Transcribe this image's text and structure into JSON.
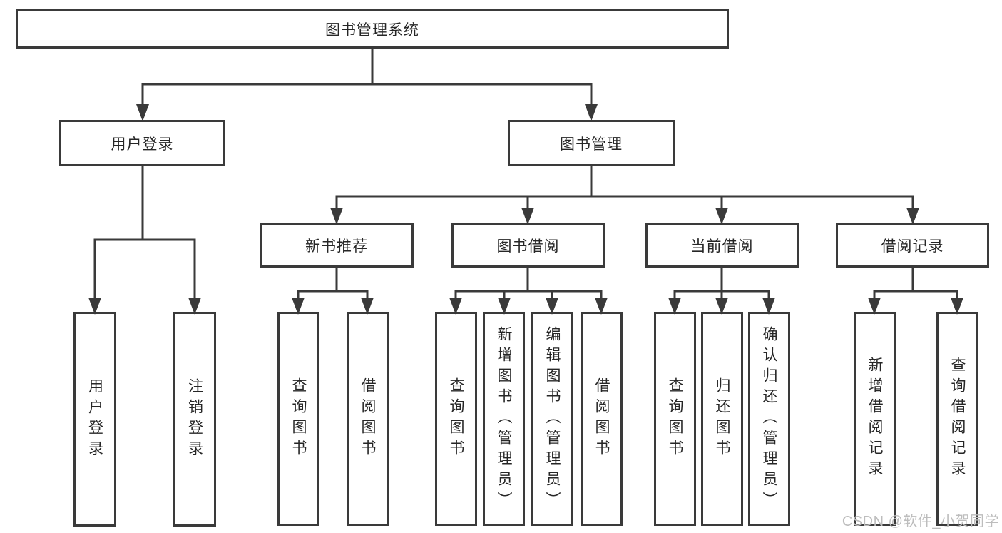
{
  "colors": {
    "line": "#3a3a3a",
    "text": "#262626",
    "background": "#ffffff",
    "watermark": "#bdbdbd"
  },
  "watermark": "CSDN @软件_小贺同学",
  "tree": {
    "root": {
      "label": "图书管理系统"
    },
    "branches": {
      "user_login": {
        "label": "用户登录",
        "children": {
          "login": "用户登录",
          "logout": "注销登录"
        }
      },
      "book_management": {
        "label": "图书管理",
        "sections": {
          "new_book_recommend": {
            "label": "新书推荐",
            "children": {
              "query_books": "查询图书",
              "borrow_books": "借阅图书"
            }
          },
          "book_borrowing": {
            "label": "图书借阅",
            "children": {
              "query_books": "查询图书",
              "add_books": "新增图书（管理员）",
              "edit_books": "编辑图书（管理员）",
              "borrow_books": "借阅图书"
            }
          },
          "current_borrowing": {
            "label": "当前借阅",
            "children": {
              "query_books": "查询图书",
              "return_books": "归还图书",
              "confirm_return": "确认归还（管理员）"
            }
          },
          "borrowing_records": {
            "label": "借阅记录",
            "children": {
              "add_record": "新增借阅记录",
              "query_record": "查询借阅记录"
            }
          }
        }
      }
    }
  }
}
